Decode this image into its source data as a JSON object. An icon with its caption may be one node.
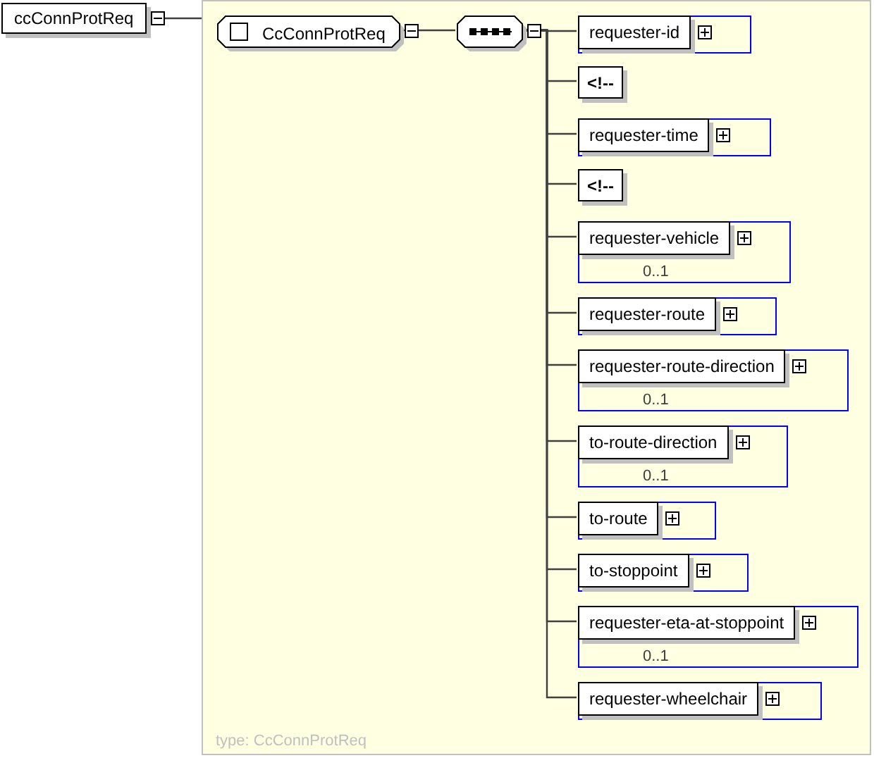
{
  "diagram": {
    "nodes": [
      {
        "text": [
          "ccConnProtReq"
        ]
      },
      {
        "text": [
          "type: CcConnProtReq"
        ]
      },
      {
        "text": [
          "CcConnProtReq"
        ],
        "in": 1
      },
      {
        "text": [],
        "shape": "octagon",
        "in": 1
      },
      {
        "text": [
          "requester-id"
        ],
        "in": 1
      },
      {
        "text": [
          "<!--"
        ],
        "in": 1
      },
      {
        "text": [
          "requester-time"
        ],
        "in": 1
      },
      {
        "text": [
          "<!--"
        ],
        "in": 1
      },
      {
        "text": [
          "requester-vehicle",
          "0..1"
        ],
        "in": 1
      },
      {
        "text": [
          "requester-route"
        ],
        "in": 1
      },
      {
        "text": [
          "requester-route-direction",
          "0..1"
        ],
        "in": 1
      },
      {
        "text": [
          "to-route-direction",
          "0..1"
        ],
        "in": 1
      },
      {
        "text": [
          "to-route"
        ],
        "in": 1
      },
      {
        "text": [
          "to-stoppoint"
        ],
        "in": 1
      },
      {
        "text": [
          "requester-eta-at-stoppoint",
          "0..1"
        ],
        "in": 1
      },
      {
        "text": [
          "requester-wheelchair"
        ],
        "in": 1
      }
    ],
    "edges": [
      {
        "from": 0,
        "to": 1,
        "arrow": "none"
      },
      {
        "from": 2,
        "to": 3,
        "arrow": "none"
      },
      {
        "from": 3,
        "to": 4,
        "arrow": "none"
      },
      {
        "from": 3,
        "to": 5,
        "arrow": "none"
      },
      {
        "from": 3,
        "to": 6,
        "arrow": "none"
      },
      {
        "from": 3,
        "to": 7,
        "arrow": "none"
      },
      {
        "from": 3,
        "to": 8,
        "arrow": "none"
      },
      {
        "from": 3,
        "to": 9,
        "arrow": "none"
      },
      {
        "from": 3,
        "to": 10,
        "arrow": "none"
      },
      {
        "from": 3,
        "to": 11,
        "arrow": "none"
      },
      {
        "from": 3,
        "to": 12,
        "arrow": "none"
      },
      {
        "from": 3,
        "to": 13,
        "arrow": "none"
      },
      {
        "from": 3,
        "to": 14,
        "arrow": "none"
      },
      {
        "from": 3,
        "to": 15,
        "arrow": "none"
      }
    ]
  }
}
